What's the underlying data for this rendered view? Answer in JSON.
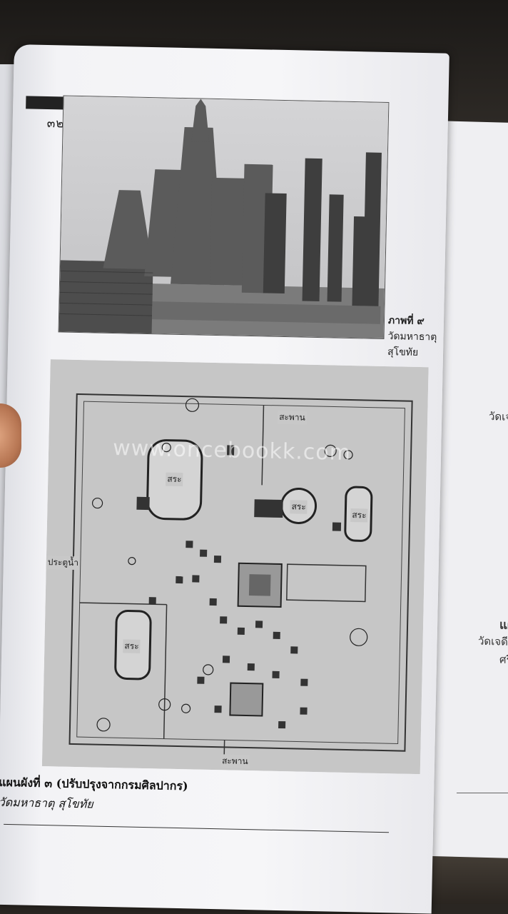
{
  "page": {
    "page_number": "๓๒",
    "photo_caption_title": "ภาพที่ ๙",
    "photo_caption_line1": "วัดมหาธาตุ",
    "photo_caption_line2": "สุโขทัย",
    "plan_labels": {
      "bridge_top": "สะพาน",
      "bridge_bottom": "สะพาน",
      "pond_topleft": "สระ",
      "pond_center": "สระ",
      "pond_right": "สระ",
      "pond_lowerleft": "สระ",
      "gate": "ประตูน้ำ"
    },
    "watermark": "www.oncebookk.com",
    "plan_caption_title": "แผนผังที่ ๓ (ปรับปรุงจากกรมศิลปากร)",
    "plan_caption_sub": "วัดมหาธาตุ สุโขทัย"
  },
  "right_page": {
    "frag1": "วัดเจ",
    "frag2": "แผ",
    "frag3": "วัดเจดีย์",
    "frag4": "ศรีส"
  },
  "colors": {
    "paper": "#f4f4f6",
    "plan_bg": "#c6c6c6",
    "ink": "#222222"
  }
}
